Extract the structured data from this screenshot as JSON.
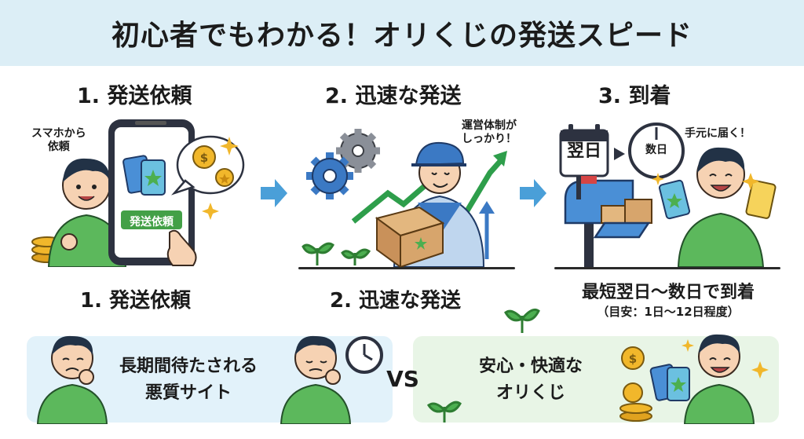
{
  "title": "初心者でもわかる！オリくじの発送スピード",
  "steps": [
    {
      "number": "1.",
      "label": "発送依頼",
      "caption": [
        "スマホから",
        "依頼"
      ],
      "screen_button": "発送依頼",
      "bottom_label": "1. 発送依頼"
    },
    {
      "number": "2.",
      "label": "迅速な発送",
      "caption": [
        "運営体制が",
        "しっかり！"
      ],
      "bottom_label": "2. 迅速な発送"
    },
    {
      "number": "3.",
      "label": "到着",
      "calendar_label": "翌日",
      "clock_label": "数日",
      "caption": "手元に届く！",
      "result": "最短翌日〜数日で到着",
      "result_note": "（目安：1日〜12日程度）"
    }
  ],
  "comparison": {
    "left": [
      "長期間待たされる",
      "悪質サイト"
    ],
    "vs": "VS",
    "right": [
      "安心・快適な",
      "オリくじ"
    ]
  },
  "colors": {
    "title_band": "#dceef6",
    "arrow": "#4a9fd8",
    "shirt_green": "#5cb85c",
    "growth_green": "#2e9e4b",
    "phone_dark": "#2d3240",
    "coin_gold": "#f1b72b",
    "panel_left": "#e2f2fa",
    "panel_right": "#e8f5e6"
  },
  "icons": [
    "arrow-right-icon",
    "gear-icon",
    "growth-arrow-icon",
    "sprout-icon",
    "calendar-icon",
    "clock-icon",
    "mailbox-icon",
    "coin-icon",
    "sparkle-icon",
    "card-icon"
  ]
}
